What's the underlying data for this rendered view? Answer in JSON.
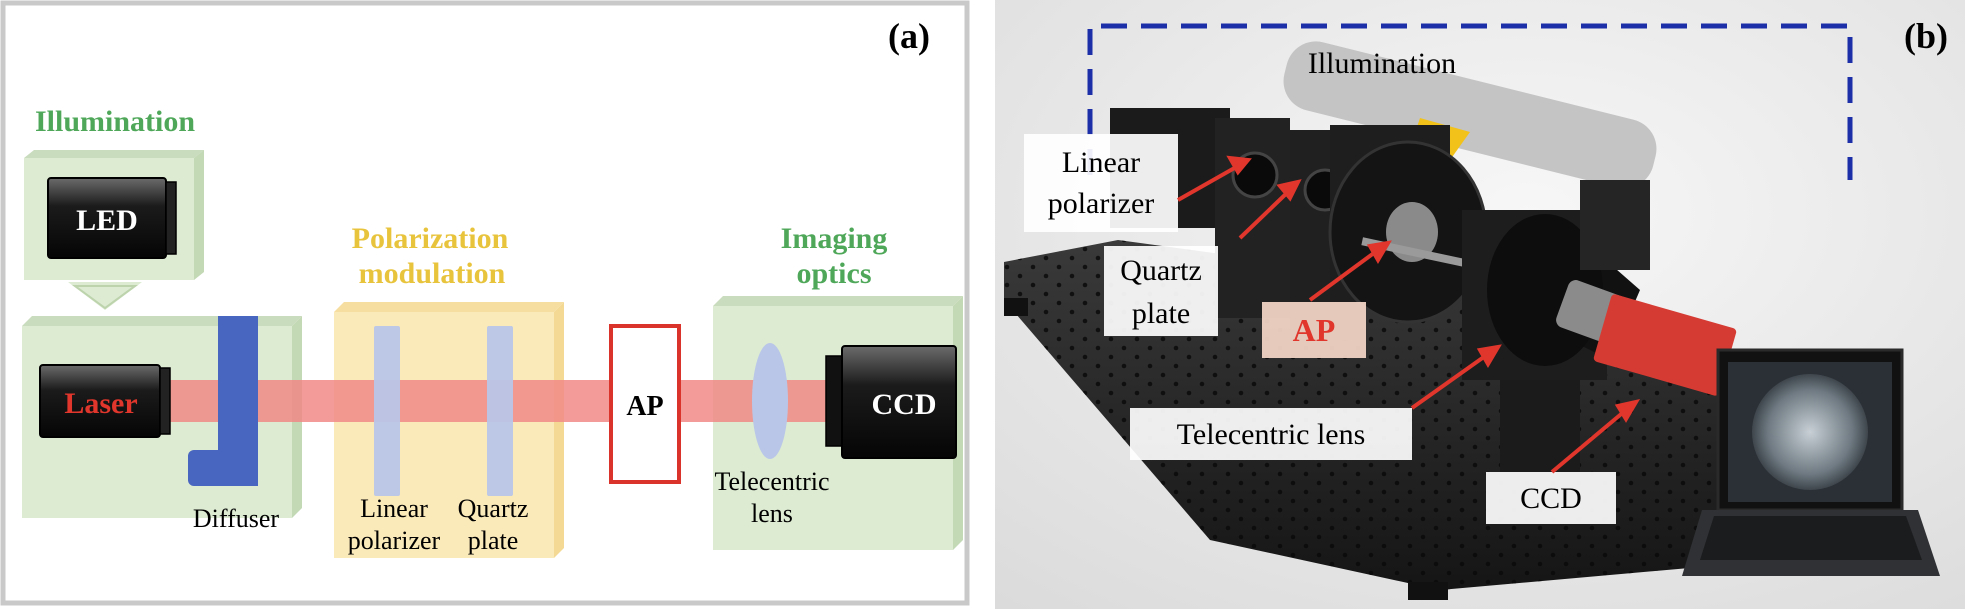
{
  "panel_a": {
    "tag": "(a)",
    "groups": {
      "illumination": "Illumination",
      "polarization_line1": "Polarization",
      "polarization_line2": "modulation",
      "imaging_line1": "Imaging",
      "imaging_line2": "optics"
    },
    "devices": {
      "led": "LED",
      "laser": "Laser",
      "ap": "AP",
      "ccd": "CCD"
    },
    "labels": {
      "diffuser": "Diffuser",
      "linear_line1": "Linear",
      "linear_line2": "polarizer",
      "quartz_line1": "Quartz",
      "quartz_line2": "plate",
      "telecentric_line1": "Telecentric",
      "telecentric_line2": "lens"
    }
  },
  "panel_b": {
    "tag": "(b)",
    "labels": {
      "illumination": "Illumination",
      "linear_line1": "Linear",
      "linear_line2": "polarizer",
      "quartz_line1": "Quartz",
      "quartz_line2": "plate",
      "ap": "AP",
      "telecentric": "Telecentric lens",
      "ccd": "CCD"
    }
  },
  "colors": {
    "green_label": "#4fa85a",
    "yellow_label": "#e8c33c",
    "red_text": "#e0362c",
    "beam": "#f08a86",
    "diffuser": "#4865c0",
    "optic": "#b9c6e8",
    "green_box": "#dcebd2",
    "yellow_box": "#fbeab9",
    "blue_dash": "#1d2fa8"
  }
}
